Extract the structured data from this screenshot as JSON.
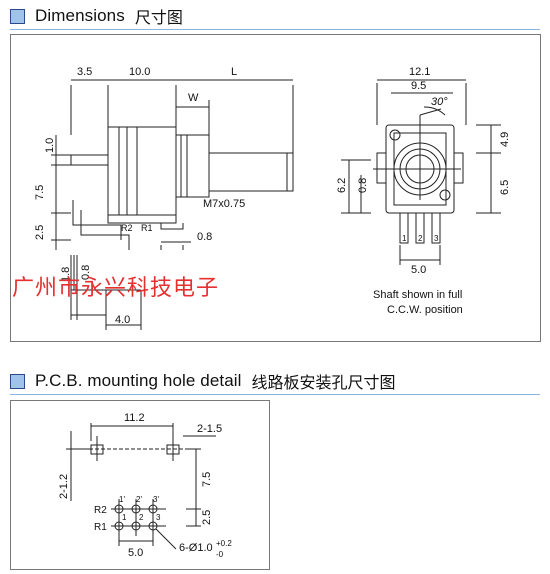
{
  "sections": [
    {
      "title": "Dimensions",
      "title_cn": "尺寸图"
    },
    {
      "title": "P.C.B. mounting hole detail",
      "title_cn": "线路板安装孔尺寸图"
    }
  ],
  "watermark": "广州市永兴科技电子",
  "dimensions": {
    "top_labels": [
      "3.5",
      "10.0",
      "L"
    ],
    "w_label": "W",
    "left_labels": [
      "1.0",
      "7.5",
      "2.5"
    ],
    "thread": "M7x0.75",
    "right_small": "0.8",
    "pin_labels": [
      "R2",
      "R1"
    ],
    "bottom_left": [
      "1.8",
      "0.8",
      "4.0"
    ],
    "front_labels": [
      "12.1",
      "9.5",
      "30°",
      "4.9",
      "6.5",
      "6.2",
      "0.8",
      "5.0"
    ],
    "pins": [
      "1",
      "2",
      "3"
    ],
    "note_line1": "Shaft shown in full",
    "note_line2": "C.C.W. position"
  },
  "pcb": {
    "labels": [
      "11.2",
      "2-1.5",
      "2-1.2",
      "7.5",
      "2.5",
      "5.0"
    ],
    "row_labels": [
      "R2",
      "R1"
    ],
    "top_pins": [
      "1'",
      "2'",
      "3'"
    ],
    "bottom_pins": [
      "1",
      "2",
      "3"
    ],
    "hole_spec": "6-Ø1.0",
    "tol_plus": "+0.2",
    "tol_minus": "-0"
  }
}
